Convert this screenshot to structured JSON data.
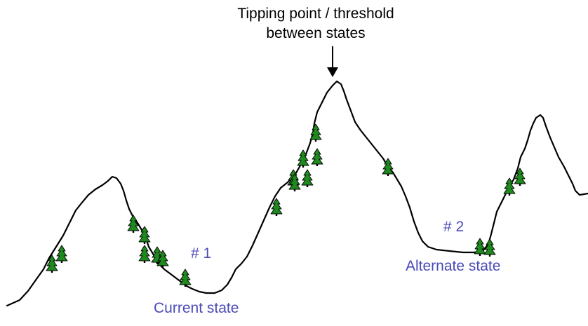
{
  "annotation": {
    "line1": "Tipping point / threshold",
    "line2": "between states"
  },
  "states": {
    "first": {
      "number": "# 1",
      "label": "Current state"
    },
    "second": {
      "number": "# 2",
      "label": "Alternate state"
    }
  },
  "colors": {
    "landscape": "#000000",
    "state_text": "#4a4ab8",
    "tree_fill": "#1e8a1e",
    "tree_outline": "#000000"
  },
  "icons": {
    "tree": "pine-tree-icon",
    "arrow": "arrow-down-icon"
  }
}
